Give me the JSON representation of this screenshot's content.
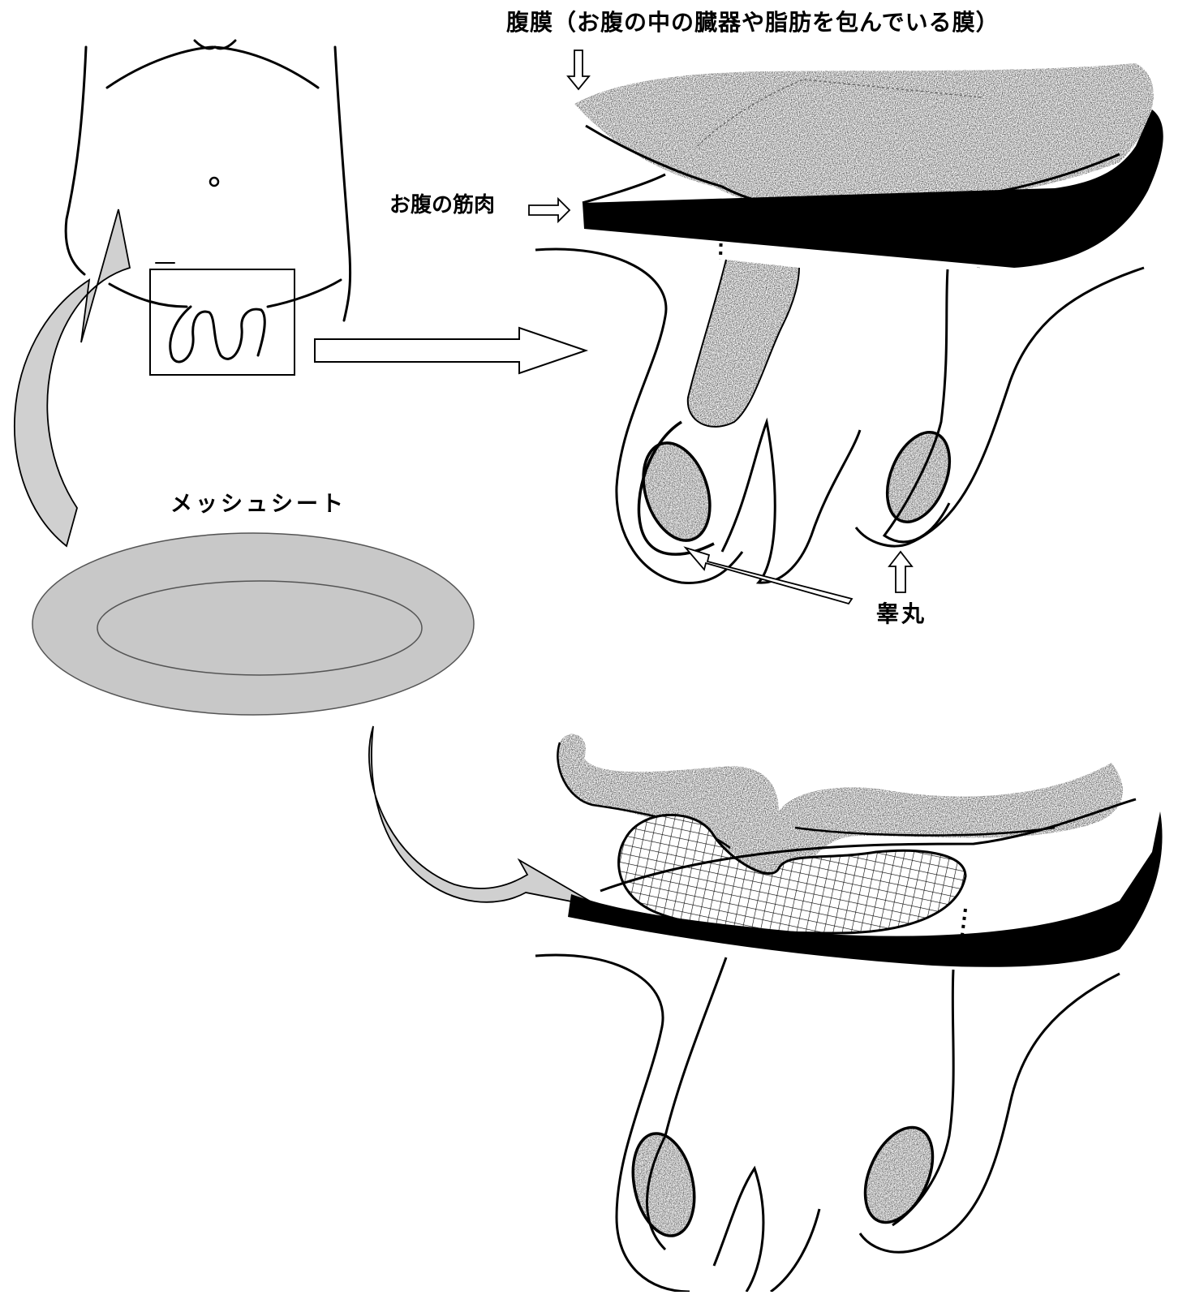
{
  "labels": {
    "peritoneum": "腹膜（お腹の中の臓器や脂肪を包んでいる膜）",
    "abdominal_muscle": "お腹の筋肉",
    "mesh_sheet": "メッシュシート",
    "testis": "睾丸"
  },
  "colors": {
    "line": "#000000",
    "mesh_fill": "#c8c8c8",
    "stipple": "#6e6e6e",
    "arrow_fill": "#ffffff",
    "curved_arrow_fill": "#d0d0d0"
  },
  "icons": {
    "label_pointer": "hollow-arrow",
    "flow_arrow": "hollow-block-arrow",
    "transfer_arrow": "curved-arrow"
  }
}
